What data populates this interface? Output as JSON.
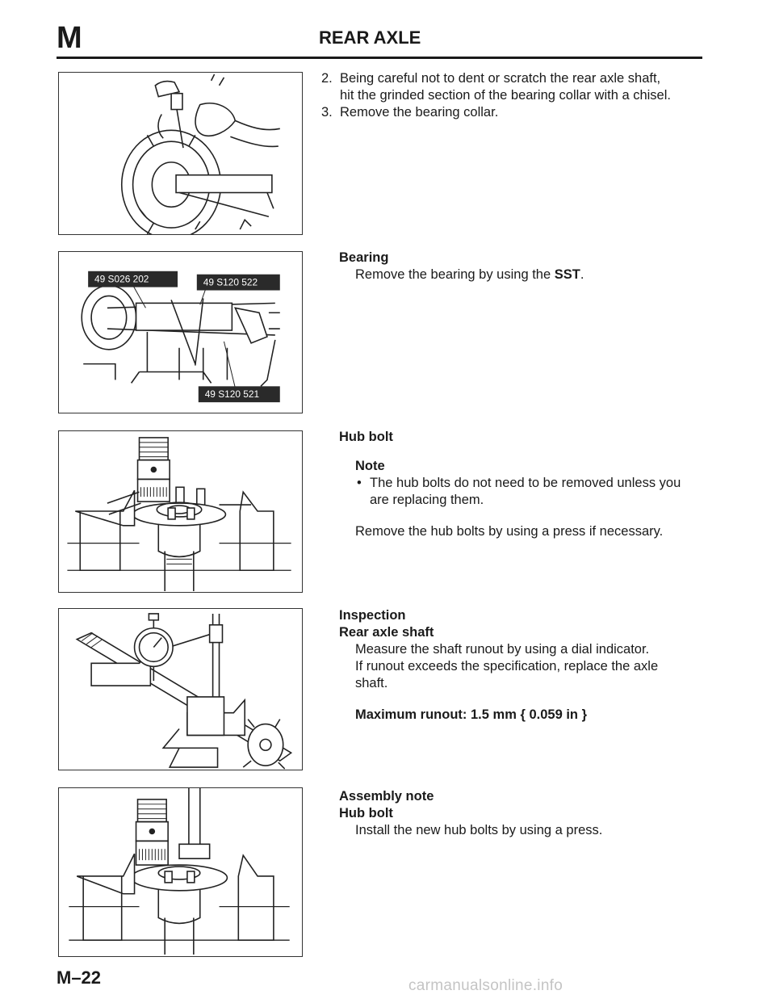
{
  "header": {
    "section_letter": "M",
    "title": "REAR AXLE"
  },
  "page_number": "M–22",
  "watermark": "carmanualsonline.info",
  "figures": {
    "fig2": {
      "sst_labels": [
        "49 S026 202",
        "49 S120 522",
        "49 S120 521"
      ]
    }
  },
  "sections": {
    "collar": {
      "steps": [
        {
          "num": "2.",
          "line1": "Being careful not to dent or scratch the rear axle shaft,",
          "line2": "hit the grinded section of the bearing collar with a chisel."
        },
        {
          "num": "3.",
          "line1": "Remove the bearing collar."
        }
      ]
    },
    "bearing": {
      "heading": "Bearing",
      "text_prefix": "Remove the bearing by using the ",
      "text_bold": "SST",
      "text_suffix": "."
    },
    "hub_bolt": {
      "heading": "Hub bolt",
      "note_heading": "Note",
      "bullet_line1": "The hub bolts do not need to be removed unless you",
      "bullet_line2": "are replacing them.",
      "text": "Remove the hub bolts by using a press if necessary."
    },
    "inspection": {
      "heading": "Inspection",
      "subheading": "Rear axle shaft",
      "line1": "Measure the shaft runout by using a dial indicator.",
      "line2": "If runout exceeds the specification, replace the axle",
      "line3": "shaft.",
      "spec": "Maximum runout: 1.5 mm { 0.059 in }"
    },
    "assembly": {
      "heading": "Assembly note",
      "subheading": "Hub bolt",
      "text": "Install the new hub bolts by using a press."
    }
  }
}
